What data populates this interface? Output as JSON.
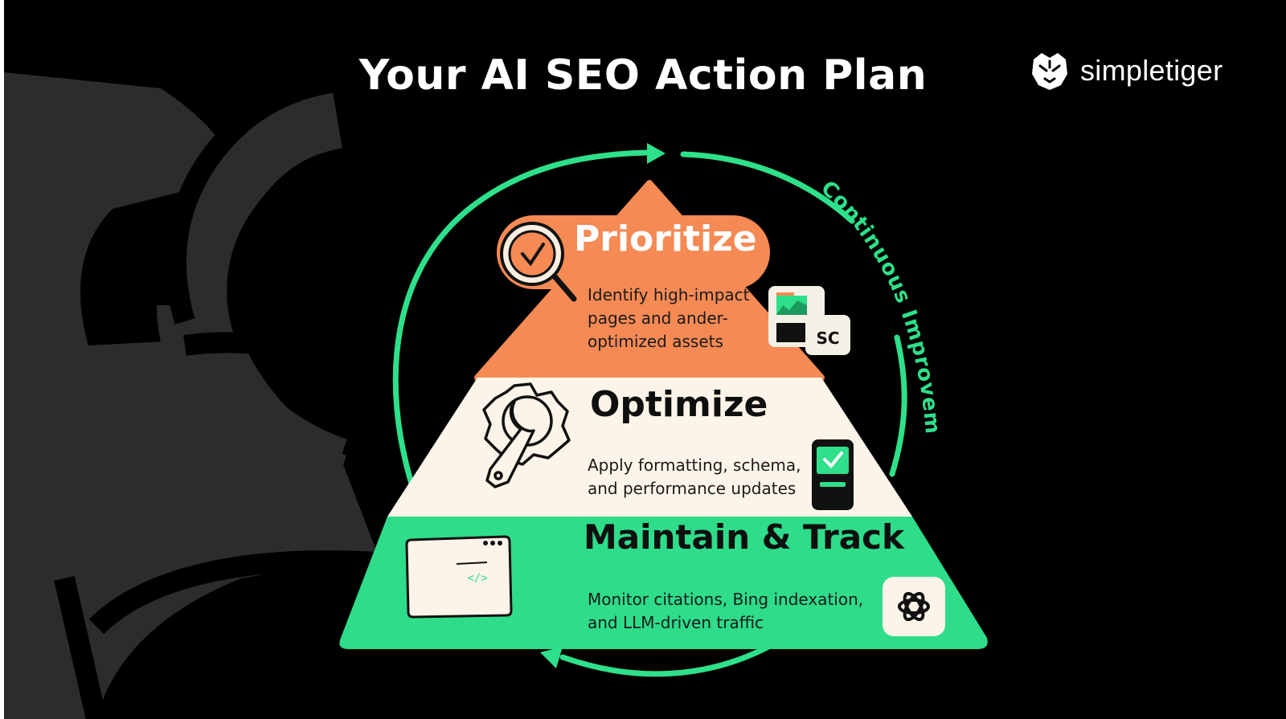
{
  "title": "Your AI SEO Action Plan",
  "brand": {
    "name": "simpletiger",
    "logo_icon": "tiger-head-icon"
  },
  "cycle": {
    "label": "Continuous Improvement",
    "color": "#2ee08a"
  },
  "tiers": {
    "prioritize": {
      "heading": "Prioritize",
      "description": "Identify high-impact pages and ander-optimized assets",
      "icon": "magnifier-check-icon",
      "badge_icon": "analytics-dashboard-icon",
      "badge_text": "SC",
      "color": "#f58a55"
    },
    "optimize": {
      "heading": "Optimize",
      "description": "Apply formatting, schema, and performance updates",
      "icon": "gear-wrench-icon",
      "badge_icon": "phone-check-icon",
      "color": "#fcf4e8"
    },
    "maintain": {
      "heading": "Maintain & Track",
      "description": "Monitor citations, Bing indexation, and LLM-driven traffic",
      "icon": "browser-code-icon",
      "badge_icon": "openai-logo-icon",
      "color": "#2edc8a"
    }
  }
}
